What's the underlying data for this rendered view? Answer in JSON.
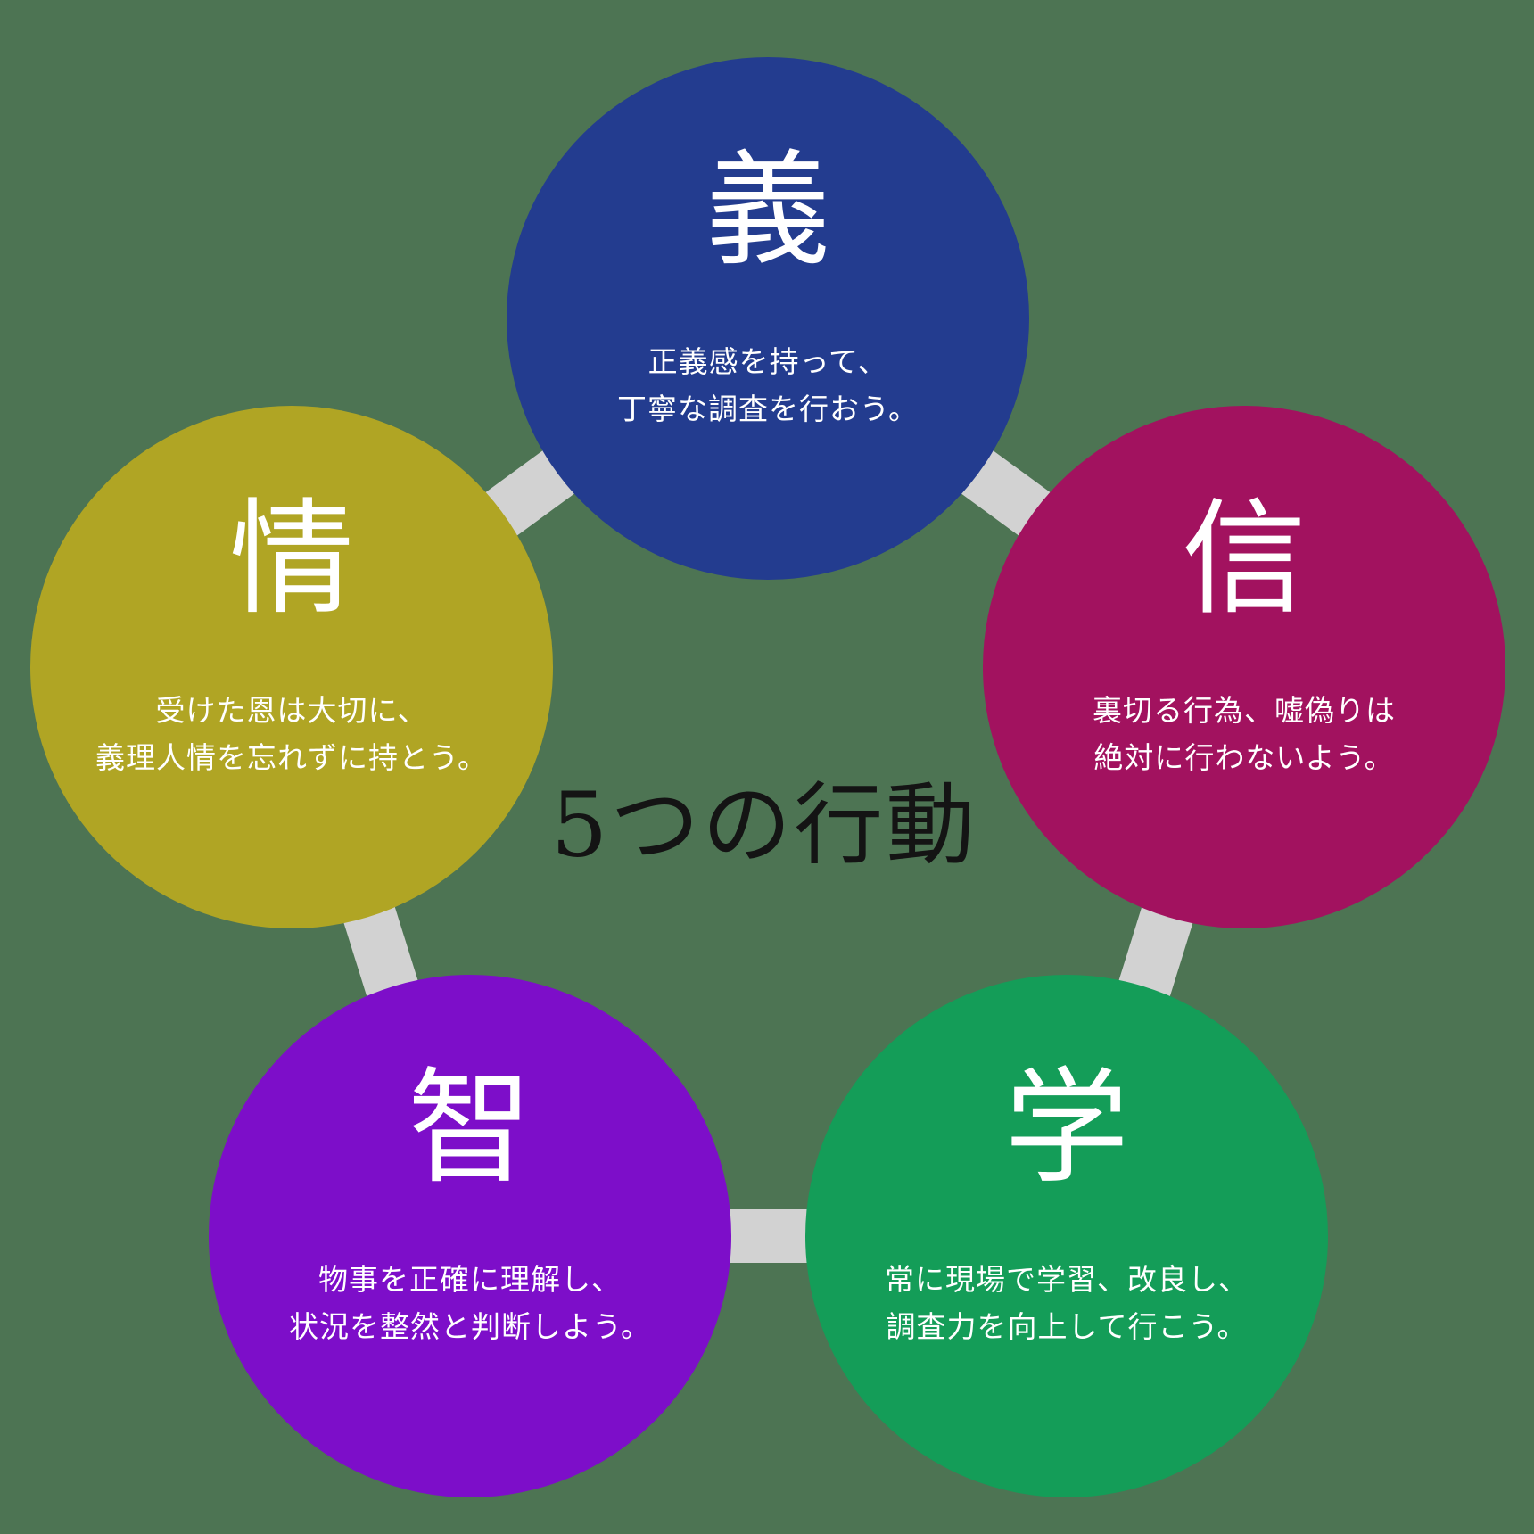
{
  "title": "5つの行動",
  "colors": {
    "background": "#4d7453",
    "connector": "#d2d2d2",
    "title_text": "#141414",
    "circle_text": "#ffffff"
  },
  "circles": [
    {
      "id": "gi",
      "kanji": "義",
      "color": "#233c8f",
      "desc_line1": "正義感を持って、",
      "desc_line2": "丁寧な調査を行おう。"
    },
    {
      "id": "shin",
      "kanji": "信",
      "color": "#a2125f",
      "desc_line1": "裏切る行為、嘘偽りは",
      "desc_line2": "絶対に行わないよう。"
    },
    {
      "id": "gaku",
      "kanji": "学",
      "color": "#149d58",
      "desc_line1": "常に現場で学習、改良し、",
      "desc_line2": "調査力を向上して行こう。"
    },
    {
      "id": "chi",
      "kanji": "智",
      "color": "#7d0ec9",
      "desc_line1": "物事を正確に理解し、",
      "desc_line2": "状況を整然と判断しよう。"
    },
    {
      "id": "jou",
      "kanji": "情",
      "color": "#b0a524",
      "desc_line1": "受けた恩は大切に、",
      "desc_line2": "義理人情を忘れずに持とう。"
    }
  ]
}
